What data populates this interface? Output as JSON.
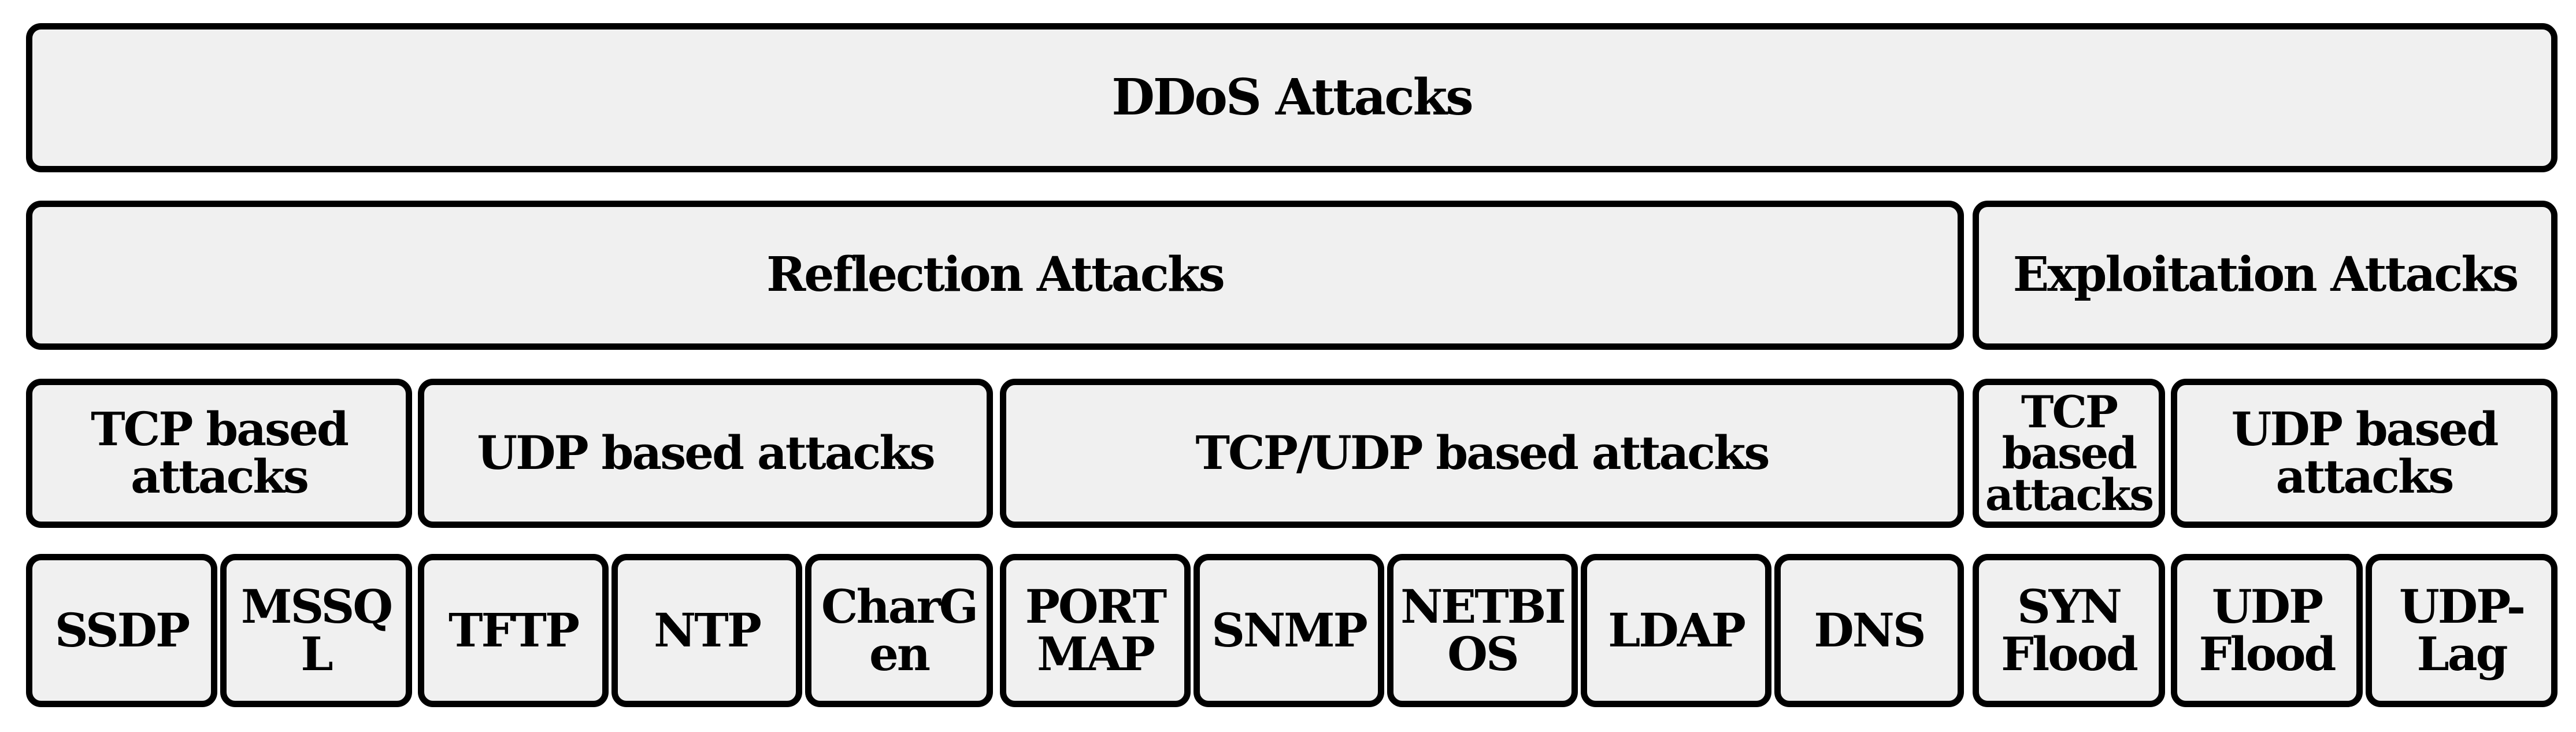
{
  "root": {
    "label": "DDoS Attacks"
  },
  "groups": {
    "reflection": {
      "label": "Reflection Attacks"
    },
    "exploitation": {
      "label": "Exploitation Attacks"
    }
  },
  "categories": {
    "reflection_tcp": {
      "label": "TCP based\nattacks"
    },
    "reflection_udp": {
      "label": "UDP based attacks"
    },
    "reflection_tcpudp": {
      "label": "TCP/UDP based attacks"
    },
    "exploitation_tcp": {
      "label": "TCP\nbased\nattacks"
    },
    "exploitation_udp": {
      "label": "UDP based\nattacks"
    }
  },
  "leaves": {
    "ssdp": {
      "label": "SSDP"
    },
    "mssql": {
      "label": "MSSQ\nL"
    },
    "tftp": {
      "label": "TFTP"
    },
    "ntp": {
      "label": "NTP"
    },
    "chargen": {
      "label": "CharG\nen"
    },
    "portmap": {
      "label": "PORT\nMAP"
    },
    "snmp": {
      "label": "SNMP"
    },
    "netbios": {
      "label": "NETBI\nOS"
    },
    "ldap": {
      "label": "LDAP"
    },
    "dns": {
      "label": "DNS"
    },
    "syn_flood": {
      "label": "SYN\nFlood"
    },
    "udp_flood": {
      "label": "UDP\nFlood"
    },
    "udp_lag": {
      "label": "UDP-\nLag"
    }
  }
}
